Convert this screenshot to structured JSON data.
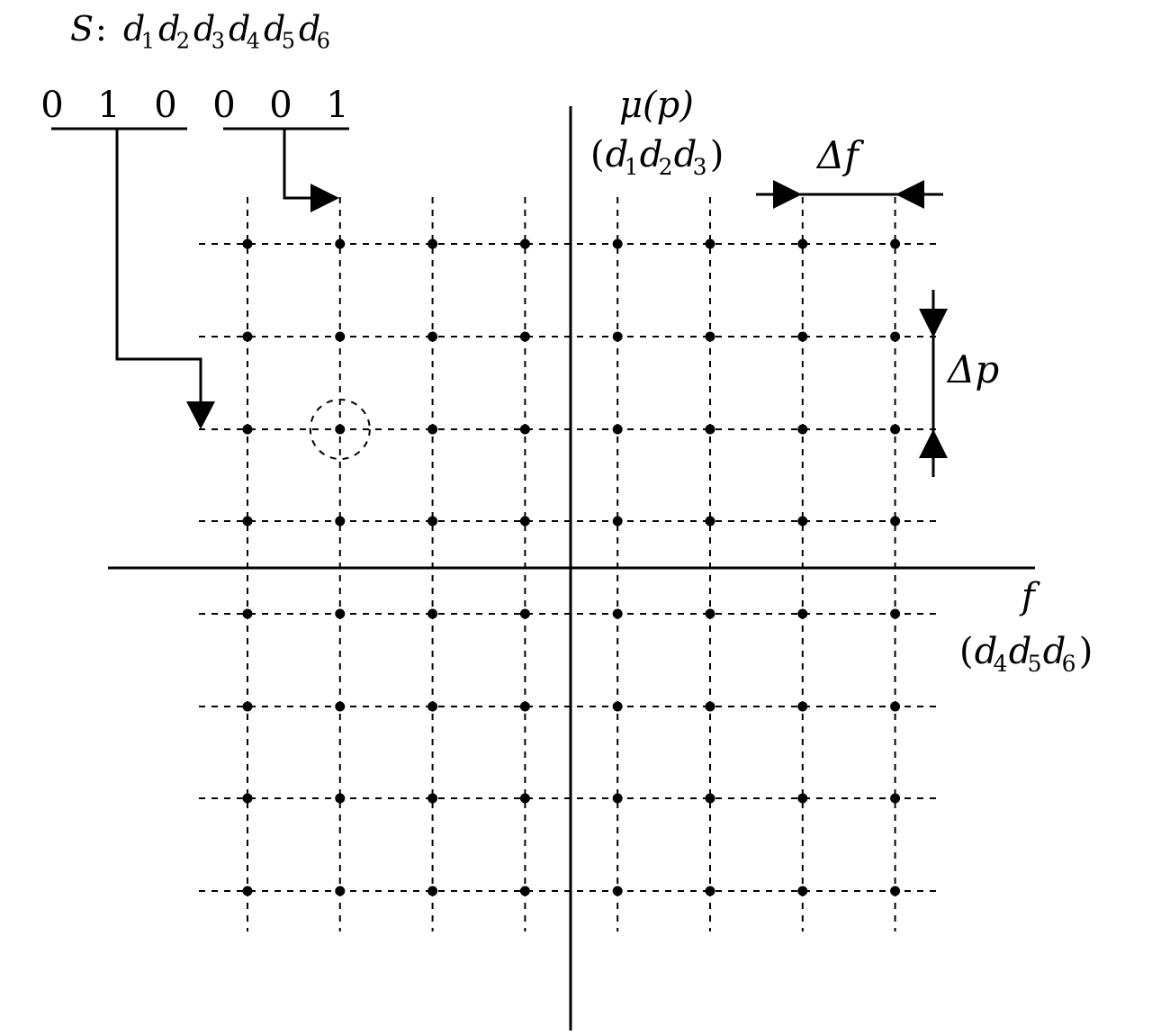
{
  "signal_label": {
    "prefix": "S",
    "colon": ":",
    "symbols": [
      {
        "base": "d",
        "sub": "1"
      },
      {
        "base": "d",
        "sub": "2"
      },
      {
        "base": "d",
        "sub": "3"
      },
      {
        "base": "d",
        "sub": "4"
      },
      {
        "base": "d",
        "sub": "5"
      },
      {
        "base": "d",
        "sub": "6"
      }
    ]
  },
  "bits": {
    "group1": [
      "0",
      "1",
      "0"
    ],
    "group2": [
      "0",
      "0",
      "1"
    ]
  },
  "y_axis": {
    "label": "μ(p)",
    "sublabel_open": "(",
    "sublabel_close": ")",
    "sublabel_symbols": [
      {
        "base": "d",
        "sub": "1"
      },
      {
        "base": "d",
        "sub": "2"
      },
      {
        "base": "d",
        "sub": "3"
      }
    ]
  },
  "x_axis": {
    "label": "f",
    "sublabel_open": "(",
    "sublabel_close": ")",
    "sublabel_symbols": [
      {
        "base": "d",
        "sub": "4"
      },
      {
        "base": "d",
        "sub": "5"
      },
      {
        "base": "d",
        "sub": "6"
      }
    ]
  },
  "spacing": {
    "delta_f": "Δf",
    "delta_p": "Δp"
  },
  "grid": {
    "columns": 8,
    "rows": 8,
    "highlighted_point": {
      "column": 2,
      "row": 3
    }
  }
}
